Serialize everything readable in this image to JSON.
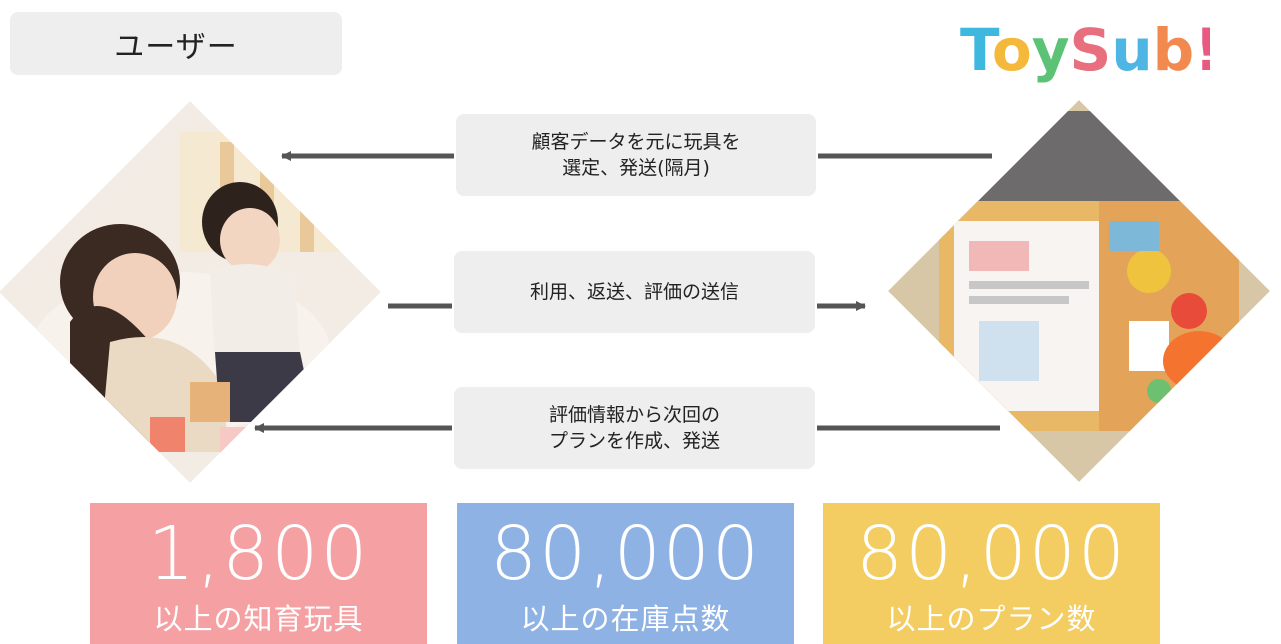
{
  "user_label": "ユーザー",
  "logo_text": "ToySub!",
  "flows": [
    {
      "line1": "顧客データを元に玩具を",
      "line2": "選定、発送(隔月)"
    },
    {
      "line1": "利用、返送、評価の送信",
      "line2": ""
    },
    {
      "line1": "評価情報から次回の",
      "line2": "プランを作成、発送"
    }
  ],
  "stats": [
    {
      "number": "1,800",
      "label": "以上の知育玩具",
      "color": "#f5a1a3"
    },
    {
      "number": "80,000",
      "label": "以上の在庫点数",
      "color": "#8fb2e4"
    },
    {
      "number": "80,000",
      "label": "以上のプラン数",
      "color": "#f3cd61"
    }
  ],
  "colors": {
    "arrow": "#555555",
    "box": "#eeeeee"
  }
}
